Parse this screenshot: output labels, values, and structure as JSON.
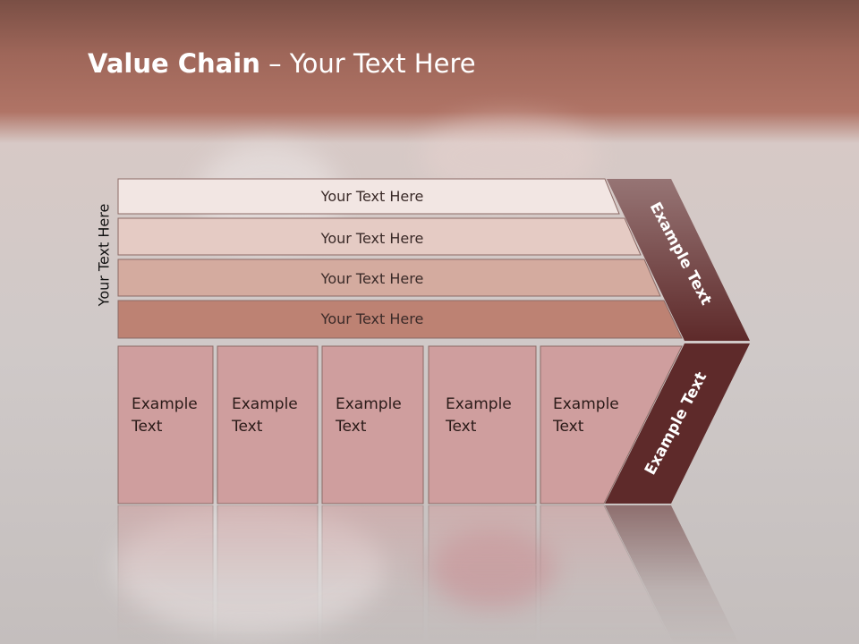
{
  "slide": {
    "title_bold": "Value Chain",
    "title_rest": " – Your Text Here",
    "side_label": "Your Text Here",
    "bars": [
      {
        "label": "Your Text Here",
        "color": "#f2e6e3"
      },
      {
        "label": "Your Text Here",
        "color": "#e5cbc4"
      },
      {
        "label": "Your Text Here",
        "color": "#d4ab9f"
      },
      {
        "label": "Your Text Here",
        "color": "#bd8273"
      }
    ],
    "columns": [
      {
        "text": "Example\nText"
      },
      {
        "text": "Example\nText"
      },
      {
        "text": "Example\nText"
      },
      {
        "text": "Example\nText"
      },
      {
        "text": "Example\nText"
      }
    ],
    "arrow_top_label": "Example Text",
    "arrow_bottom_label": "Example Text",
    "colors": {
      "header": "#a86e61",
      "arrow": "#5e2a2a",
      "column_fill": "#cf9e9e",
      "border": "#8c6a66"
    }
  }
}
